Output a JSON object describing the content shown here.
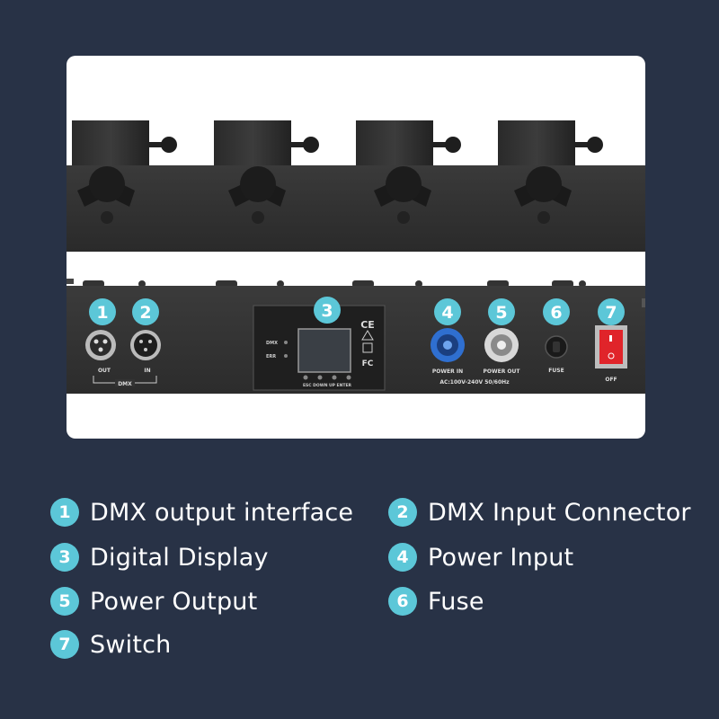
{
  "badges": [
    {
      "num": "1",
      "label": "DMX output interface"
    },
    {
      "num": "2",
      "label": "DMX Input Connector"
    },
    {
      "num": "3",
      "label": "Digital Display"
    },
    {
      "num": "4",
      "label": "Power Input"
    },
    {
      "num": "5",
      "label": "Power Output"
    },
    {
      "num": "6",
      "label": "Fuse"
    },
    {
      "num": "7",
      "label": "Switch"
    }
  ],
  "panel_labels": {
    "out": "OUT",
    "in": "IN",
    "dmx": "DMX",
    "dmx_led": "DMX",
    "err_led": "ERR",
    "buttons": "ESC DOWN UP ENTER",
    "ce": "CE",
    "fc": "FC",
    "power_in": "POWER IN",
    "power_out": "POWER OUT",
    "ac_rating": "AC:100V-240V 50/60Hz",
    "fuse": "FUSE",
    "off": "OFF"
  },
  "colors": {
    "background": "#283246",
    "badge": "#5cc7d8",
    "power_in_connector": "#2f6fd0",
    "power_out_connector": "#d8d8d8",
    "switch": "#e0242a"
  },
  "icons": {
    "xlr_female": "xlr-female-icon",
    "xlr_male": "xlr-male-icon",
    "powercon": "powercon-icon",
    "fuse": "fuse-holder-icon",
    "switch": "rocker-switch-icon"
  }
}
